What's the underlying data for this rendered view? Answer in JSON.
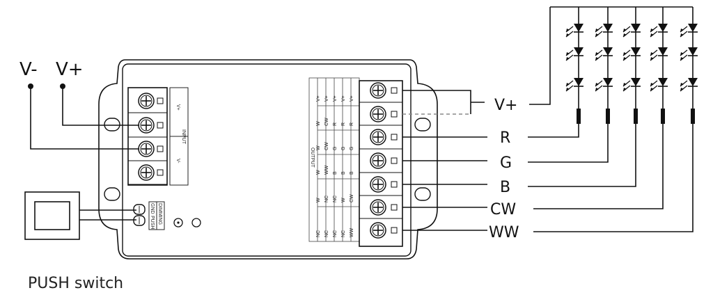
{
  "input_labels": {
    "minus": "V-",
    "plus": "V+"
  },
  "controller": {
    "input_block_label": "INPUT",
    "input_pins": [
      "V+",
      "V-"
    ],
    "push_block_labels": [
      "DIMMING",
      "GND",
      "PUSH"
    ],
    "output_title": "OUTPUT",
    "output_table": [
      [
        "V+",
        "V+",
        "V+",
        "V+",
        "V+"
      ],
      [
        "W",
        "CW",
        "R",
        "R",
        "R"
      ],
      [
        "W",
        "CW",
        "G",
        "G",
        "G"
      ],
      [
        "W",
        "WW",
        "B",
        "B",
        "B"
      ],
      [
        "W",
        "NC",
        "NC",
        "W",
        "CW"
      ],
      [
        "NC",
        "NC",
        "NC",
        "NC",
        "WW"
      ]
    ]
  },
  "output_labels": [
    "V+",
    "R",
    "G",
    "B",
    "CW",
    "WW"
  ],
  "push_switch_label": "PUSH switch",
  "colors": {
    "line": "#111111",
    "dashed": "#888888",
    "background": "#ffffff"
  }
}
